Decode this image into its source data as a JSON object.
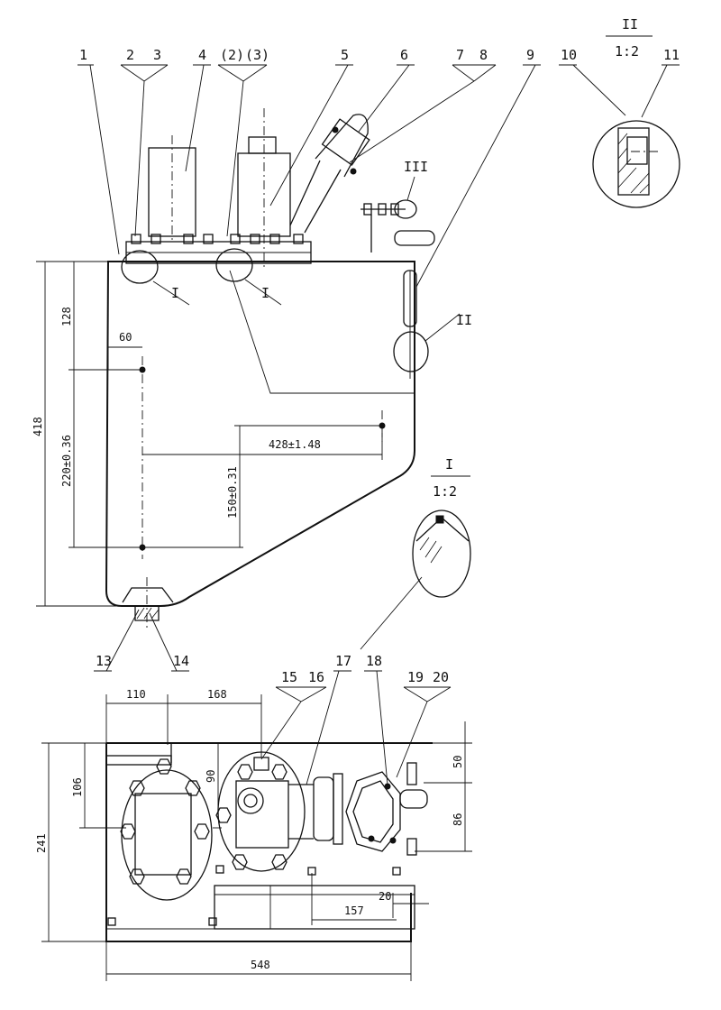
{
  "part_labels": [
    "1",
    "2",
    "3",
    "4",
    "(2)",
    "(3)",
    "5",
    "6",
    "7",
    "8",
    "9",
    "10",
    "11",
    "13",
    "14",
    "15",
    "16",
    "17",
    "18",
    "19",
    "20"
  ],
  "detail_callouts": {
    "detail_I": "I",
    "detail_I_2": "I",
    "detail_II": "II",
    "detail_III": "III",
    "detail_I_view_title": "I",
    "detail_I_view_scale": "1:2",
    "detail_II_view_title": "II",
    "detail_II_view_scale": "1:2"
  },
  "dimensions_front": {
    "overall_height": "418",
    "upper_offset": "128",
    "hole_spacing_vertical": "220±0.36",
    "hole_spacing_horizontal": "428±1.48",
    "lower_hole_height": "150±0.31",
    "hole_edge_offset": "60"
  },
  "dimensions_top": {
    "left_offset": "110",
    "center_distance": "168",
    "overall_width": "241",
    "flange_offset": "106",
    "pump_offset": "90",
    "right_top": "50",
    "right_lower": "86",
    "small_gap": "20",
    "foot_offset": "157",
    "overall_length": "548"
  }
}
